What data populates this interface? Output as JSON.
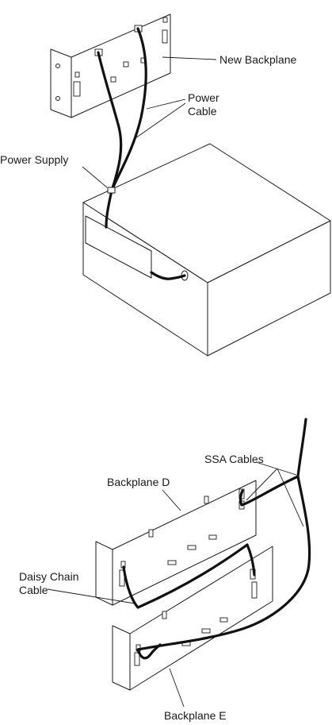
{
  "labels": {
    "new_backplane": "New  Backplane",
    "power_cable_1": "Power",
    "power_cable_2": "Cable",
    "power_supply": "Power  Supply",
    "ssa_cables": "SSA  Cables",
    "backplane_d": "Backplane  D",
    "daisy_chain_1": "Daisy  Chain",
    "daisy_chain_2": "Cable",
    "backplane_e": "Backplane  E"
  },
  "colors": {
    "ink": "#1a1a1a",
    "cable": "#111111",
    "background": "#ffffff"
  }
}
